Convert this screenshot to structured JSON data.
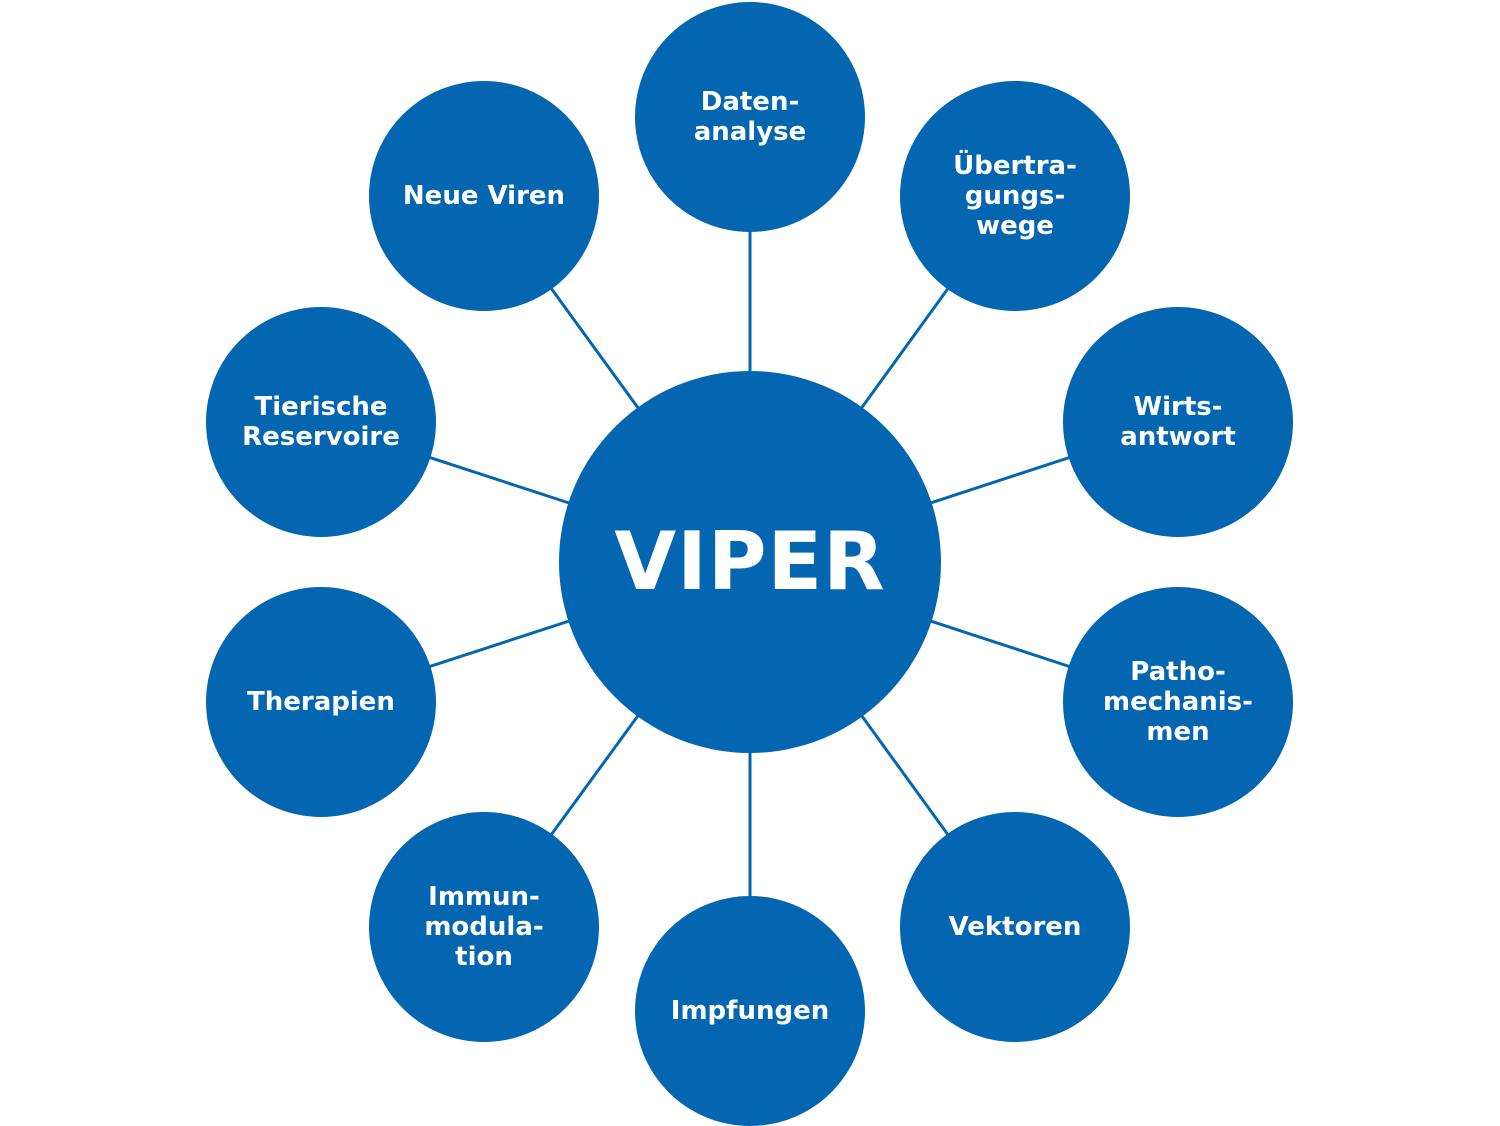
{
  "colors": {
    "node_fill": "#0466b0",
    "connector": "#0466b0",
    "background": "#ffffff"
  },
  "center": {
    "label": "VIPER"
  },
  "nodes": [
    {
      "id": "datenanalyse",
      "lines": [
        "Daten-",
        "analyse"
      ]
    },
    {
      "id": "uebertragungswege",
      "lines": [
        "Übertra-",
        "gungs-",
        "wege"
      ]
    },
    {
      "id": "wirtsantwort",
      "lines": [
        "Wirts-",
        "antwort"
      ]
    },
    {
      "id": "pathomechanismen",
      "lines": [
        "Patho-",
        "mechanis-",
        "men"
      ]
    },
    {
      "id": "vektoren",
      "lines": [
        "Vektoren"
      ]
    },
    {
      "id": "impfungen",
      "lines": [
        "Impfungen"
      ]
    },
    {
      "id": "immunmodulation",
      "lines": [
        "Immun-",
        "modula-",
        "tion"
      ]
    },
    {
      "id": "therapien",
      "lines": [
        "Therapien"
      ]
    },
    {
      "id": "tierische-reservoire",
      "lines": [
        "Tierische",
        "Reservoire"
      ]
    },
    {
      "id": "neue-viren",
      "lines": [
        "Neue Viren"
      ]
    }
  ]
}
